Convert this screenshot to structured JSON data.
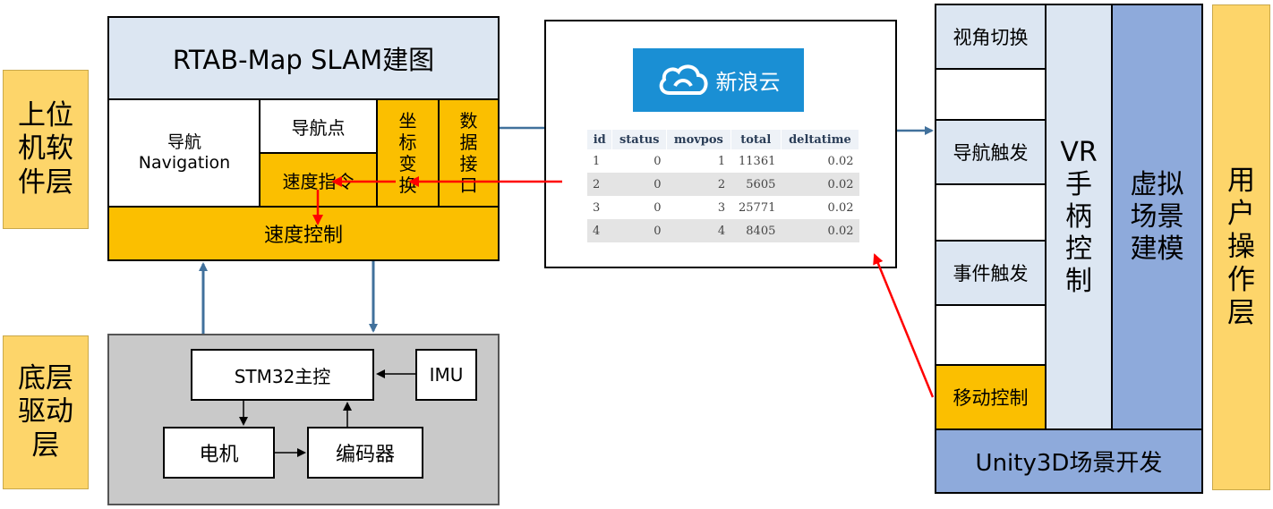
{
  "layers": {
    "upper": "上位\n机软\n件层",
    "lower": "底层\n驱动\n层",
    "user": "用\n户\n操\n作\n层"
  },
  "rtab": {
    "title": "RTAB-Map SLAM建图",
    "nav": "导航\nNavigation",
    "waypoint": "导航点",
    "speed_cmd": "速度指令",
    "coord": "坐\n标\n变\n换",
    "data_if": "数\n据\n接\n口",
    "speed_ctrl": "速度控制"
  },
  "driver": {
    "mcu": "STM32主控",
    "imu": "IMU",
    "motor": "电机",
    "encoder": "编码器"
  },
  "cloud": {
    "logo_text": "新浪云",
    "columns": [
      "id",
      "status",
      "movpos",
      "total",
      "deltatime"
    ],
    "rows": [
      [
        "1",
        "0",
        "1",
        "11361",
        "0.02"
      ],
      [
        "2",
        "0",
        "2",
        "5605",
        "0.02"
      ],
      [
        "3",
        "0",
        "3",
        "25771",
        "0.02"
      ],
      [
        "4",
        "0",
        "4",
        "8405",
        "0.02"
      ]
    ]
  },
  "unity": {
    "view_switch": "视角切换",
    "nav_trigger": "导航触发",
    "event_trigger": "事件触发",
    "move_ctrl": "移动控制",
    "vr": "VR\n手\n柄\n控\n制",
    "scene": "虚拟\n场景\n建模",
    "dev": "Unity3D场景开发"
  },
  "colors": {
    "layer_label": "#fdd56a",
    "orange": "#fbbf00",
    "light_blue": "#dce6f2",
    "scene_blue": "#8eaadb",
    "driver_gray": "#c9c9c9",
    "arrow_red": "#ff0000",
    "arrow_blue": "#41719c",
    "logo_blue": "#1a8fd4"
  }
}
